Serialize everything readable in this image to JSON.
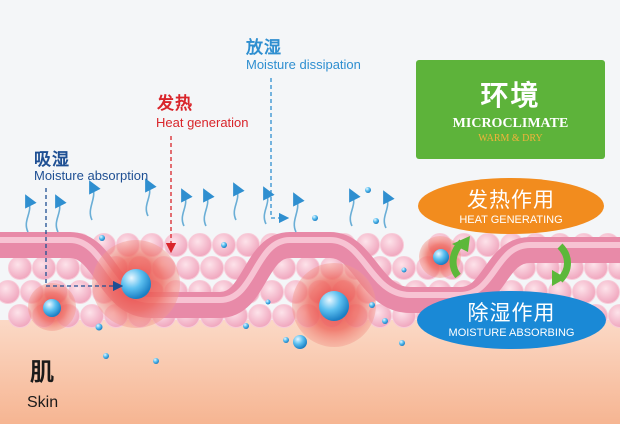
{
  "labels": {
    "absorption": {
      "zh": "吸湿",
      "en": "Moisture absorption"
    },
    "heat": {
      "zh": "发热",
      "en": "Heat generation"
    },
    "dissipation": {
      "zh": "放湿",
      "en": "Moisture dissipation"
    }
  },
  "microclimate": {
    "zh": "环境",
    "en": "MICROCLIMATE",
    "sub": "WARM & DRY"
  },
  "heat_generating": {
    "zh": "发热作用",
    "en": "HEAT GENERATING"
  },
  "moisture_absorbing": {
    "zh": "除湿作用",
    "en": "MOISTURE ABSORBING"
  },
  "skin": {
    "zh": "肌",
    "en": "Skin"
  },
  "colors": {
    "absorption": "#1e4f93",
    "heat": "#d9252b",
    "dissipation": "#2f8fd0",
    "microclimate": "#5db33a",
    "heat_pill": "#f28c1e",
    "moisture_pill": "#1a89d6",
    "fiber": "#ec9bb6",
    "cell": "#f6b7c9"
  }
}
